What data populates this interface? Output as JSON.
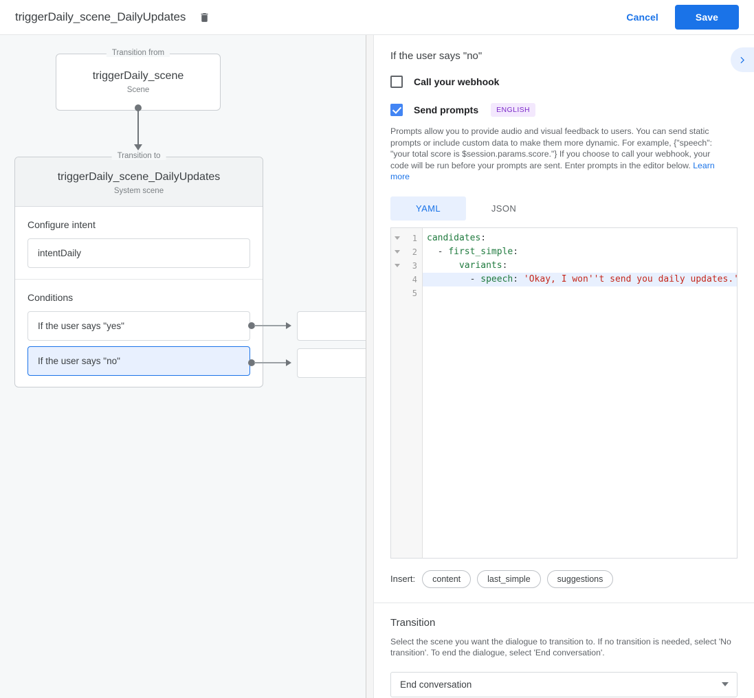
{
  "topbar": {
    "title": "triggerDaily_scene_DailyUpdates",
    "delete_icon": "trash-icon",
    "cancel_label": "Cancel",
    "save_label": "Save",
    "accent_color": "#1a73e8"
  },
  "canvas": {
    "from_node": {
      "legend": "Transition from",
      "title": "triggerDaily_scene",
      "subtitle": "Scene"
    },
    "to_node": {
      "legend": "Transition to",
      "title": "triggerDaily_scene_DailyUpdates",
      "subtitle": "System scene"
    },
    "intent_section": {
      "label": "Configure intent",
      "value": "intentDaily"
    },
    "conditions_section": {
      "label": "Conditions",
      "items": [
        {
          "label": "If the user says \"yes\"",
          "selected": false
        },
        {
          "label": "If the user says \"no\"",
          "selected": true
        }
      ]
    }
  },
  "panel": {
    "title": "If the user says \"no\"",
    "collapse_icon": "chevron-right-icon",
    "webhook": {
      "label": "Call your webhook",
      "checked": false
    },
    "prompts": {
      "label": "Send prompts",
      "checked": true,
      "language_badge": "ENGLISH",
      "badge_bg": "#f3e8fd",
      "badge_color": "#7b29c9",
      "description": "Prompts allow you to provide audio and visual feedback to users. You can send static prompts or include custom data to make them more dynamic. For example, {\"speech\": \"your total score is $session.params.score.\"} If you choose to call your webhook, your code will be run before your prompts are sent. Enter prompts in the editor below.",
      "learn_more": "Learn more"
    },
    "tabs": [
      {
        "label": "YAML",
        "active": true
      },
      {
        "label": "JSON",
        "active": false
      }
    ],
    "editor": {
      "line_numbers": [
        "1",
        "2",
        "3",
        "4",
        "5"
      ],
      "folds": [
        true,
        true,
        true,
        false,
        false
      ],
      "highlighted_line": 4,
      "lines": [
        {
          "n": "1",
          "segments": [
            {
              "t": "candidates",
              "c": "k"
            },
            {
              "t": ":",
              "c": "p"
            }
          ]
        },
        {
          "n": "2",
          "segments": [
            {
              "t": "  - ",
              "c": "p"
            },
            {
              "t": "first_simple",
              "c": "k"
            },
            {
              "t": ":",
              "c": "p"
            }
          ]
        },
        {
          "n": "3",
          "segments": [
            {
              "t": "      ",
              "c": "p"
            },
            {
              "t": "variants",
              "c": "k"
            },
            {
              "t": ":",
              "c": "p"
            }
          ]
        },
        {
          "n": "4",
          "segments": [
            {
              "t": "        - ",
              "c": "p"
            },
            {
              "t": "speech",
              "c": "k"
            },
            {
              "t": ": ",
              "c": "p"
            },
            {
              "t": "'Okay, I won''t send you daily updates.'",
              "c": "s"
            }
          ]
        },
        {
          "n": "5",
          "segments": [
            {
              "t": "",
              "c": "p"
            }
          ]
        }
      ]
    },
    "insert": {
      "label": "Insert:",
      "chips": [
        "content",
        "last_simple",
        "suggestions"
      ]
    },
    "transition": {
      "title": "Transition",
      "description": "Select the scene you want the dialogue to transition to. If no transition is needed, select 'No transition'. To end the dialogue, select 'End conversation'.",
      "selected_value": "End conversation",
      "caret_icon": "chevron-down-icon"
    }
  }
}
